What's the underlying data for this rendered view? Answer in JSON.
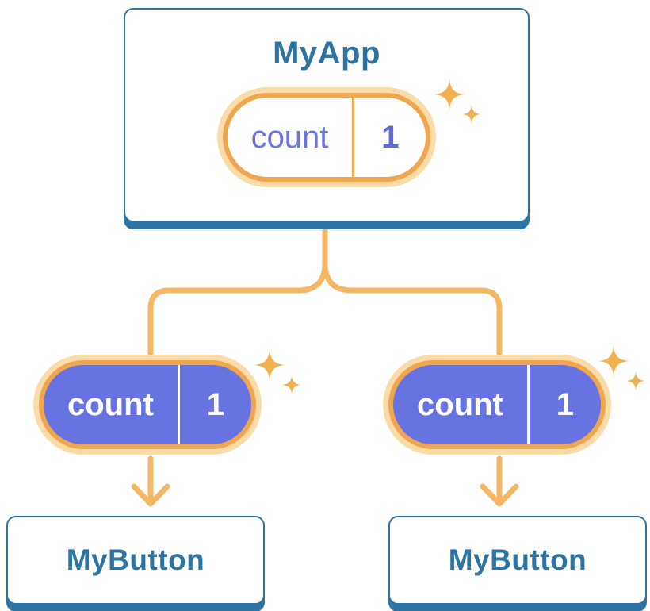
{
  "colors": {
    "blue": "#2E74A3",
    "amber_ring": "#F0A64E",
    "amber_line": "#F5B763",
    "amber_halo": "#FBDCA8",
    "sparkle": "#F2B04F",
    "purple_fill": "#6673E0",
    "purple_text": "#6B74E0",
    "card_bg": "#FFFFFF"
  },
  "tree": {
    "root": {
      "title": "MyApp",
      "state": {
        "label": "count",
        "value": "1"
      }
    },
    "children": [
      {
        "title": "MyButton",
        "state": {
          "label": "count",
          "value": "1"
        }
      },
      {
        "title": "MyButton",
        "state": {
          "label": "count",
          "value": "1"
        }
      }
    ]
  }
}
